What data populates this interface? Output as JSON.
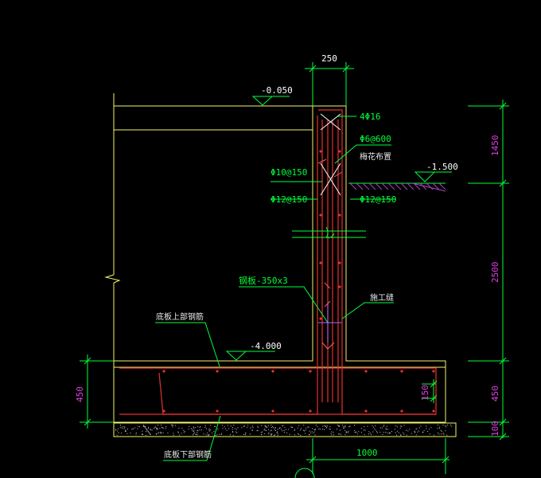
{
  "colors": {
    "background": "#000000",
    "concrete_outline": "#f5f56a",
    "rebar": "#e83030",
    "annotation": "#00ff3a",
    "label_text": "#ffffff",
    "elevation_dims": "#e040e0",
    "cross_mark": "#ffffff",
    "ground_hatch": "#b040c0"
  },
  "dimensions": {
    "wall_thickness": "250",
    "base_thickness_left": "450",
    "base_thickness_right": "450",
    "upper_height": "1450",
    "middle_height": "2500",
    "cushion_thickness": "100",
    "toe_length": "1000",
    "waterstop_gap": "150"
  },
  "elevations": {
    "top": "-0.050",
    "ground": "-1.500",
    "slab": "-4.000"
  },
  "rebar_labels": {
    "top_bars": "4Φ16",
    "stirrups": "Φ6@600",
    "stirrups_note": "梅花布置",
    "inner_vertical": "Φ10@150",
    "inner_horizontal": "Φ12@150",
    "outer_horizontal": "Φ12@150",
    "steel_plate": "钢板-350x3",
    "construction_joint": "施工缝",
    "slab_top_rebar": "底板上部钢筋",
    "slab_bottom_rebar": "底板下部钢筋"
  }
}
